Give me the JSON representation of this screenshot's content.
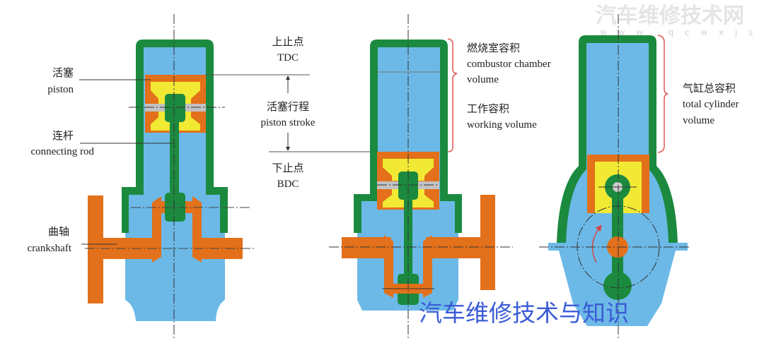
{
  "colors": {
    "casing": "#1b8a3f",
    "chamber": "#6cb9e7",
    "piston_body": "#e3701a",
    "piston_insert": "#f1e933",
    "pin": "#c2c2c2",
    "bracket": "#e05555",
    "watermark": "#3a5cd6"
  },
  "labels": {
    "piston_cn": "活塞",
    "piston_en": "piston",
    "rod_cn": "连杆",
    "rod_en": "connecting rod",
    "crank_cn": "曲轴",
    "crank_en": "crankshaft",
    "tdc_cn": "上止点",
    "tdc_en": "TDC",
    "stroke_cn": "活塞行程",
    "stroke_en": "piston stroke",
    "bdc_cn": "下止点",
    "bdc_en": "BDC",
    "combustion_cn": "燃烧室容积",
    "combustion_en1": "combustor chamber",
    "combustion_en2": "volume",
    "working_cn": "工作容积",
    "working_en": "working volume",
    "total_cn": "气缸总容积",
    "total_en1": "total cylinder",
    "total_en2": "volume"
  },
  "watermarks": {
    "bottom": "汽车维修技术与知识",
    "top": "汽车维修技术网",
    "url": "w w w . q c w x j s . c o m"
  }
}
